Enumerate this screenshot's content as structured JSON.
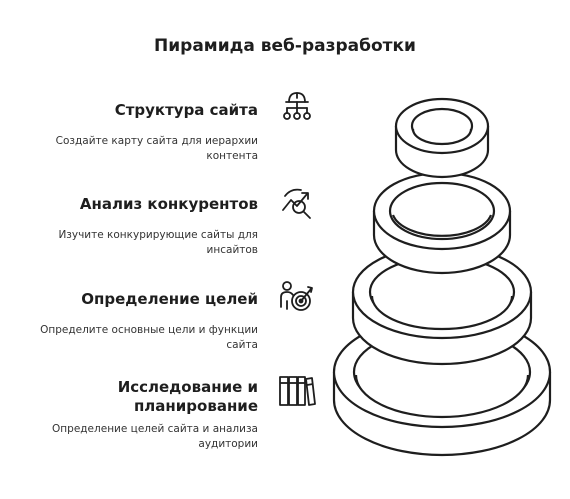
{
  "title": "Пирамида веб-разработки",
  "levels": [
    {
      "title": "Структура сайта",
      "description": "Создайте карту сайта для иерархии контента",
      "icon": "sitemap-hardhat-icon"
    },
    {
      "title": "Анализ конкурентов",
      "description": "Изучите конкурирующие сайты для инсайтов",
      "icon": "trend-magnifier-icon"
    },
    {
      "title": "Определение целей",
      "description": "Определите основные цели и функции сайта",
      "icon": "person-target-icon"
    },
    {
      "title": "Исследование и планирование",
      "description": "Определение целей сайта и анализа аудитории",
      "icon": "books-icon"
    }
  ],
  "colors": {
    "stroke": "#1e1e1e",
    "background": "#ffffff"
  }
}
